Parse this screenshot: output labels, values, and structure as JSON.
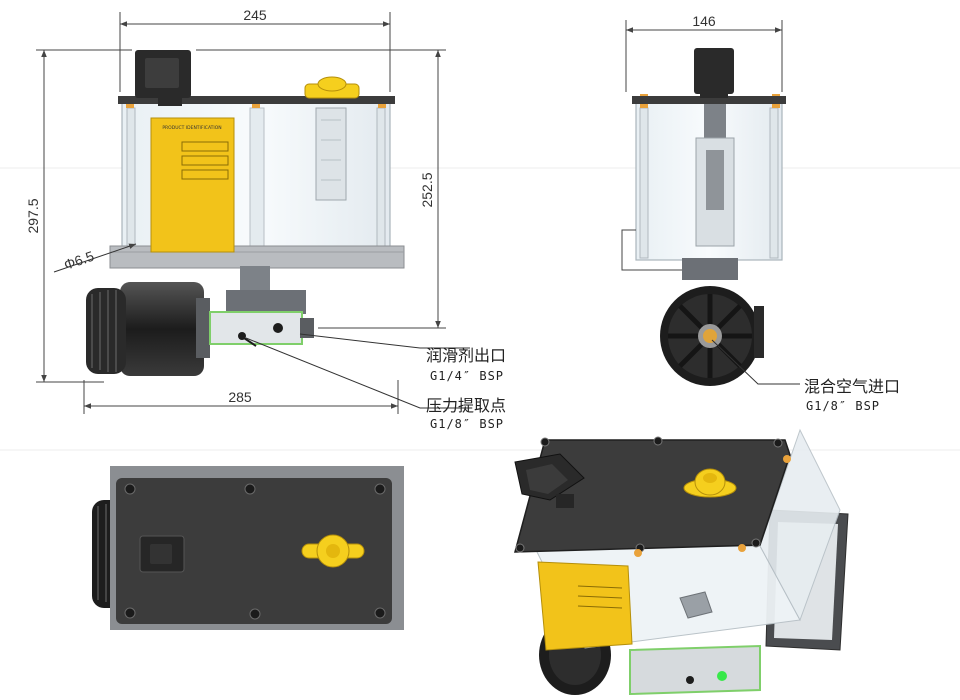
{
  "dimensions": {
    "front_width": "245",
    "side_width": "146",
    "total_height": "297.5",
    "tank_height": "252.5",
    "hole_diameter": "Φ6.5",
    "total_width": "285"
  },
  "callouts": {
    "lube_outlet": {
      "label": "润滑剂出口",
      "spec": "G1/4″ BSP"
    },
    "pressure_point": {
      "label": "压力提取点",
      "spec": "G1/8″ BSP"
    },
    "air_inlet": {
      "label": "混合空气进口",
      "spec": "G1/8″ BSP"
    }
  },
  "plate_caption": "PRODUCT IDENTIFICATION",
  "colors": {
    "label_yellow": "#f2c31a",
    "fitting_yellow": "#f5cf1e",
    "plate_dark": "#3c3c3c",
    "frame_grey": "#8b8e92",
    "motor_black": "#1d1d1d",
    "green_block": "#7fcf6a",
    "indicator_green": "#38e84a"
  }
}
